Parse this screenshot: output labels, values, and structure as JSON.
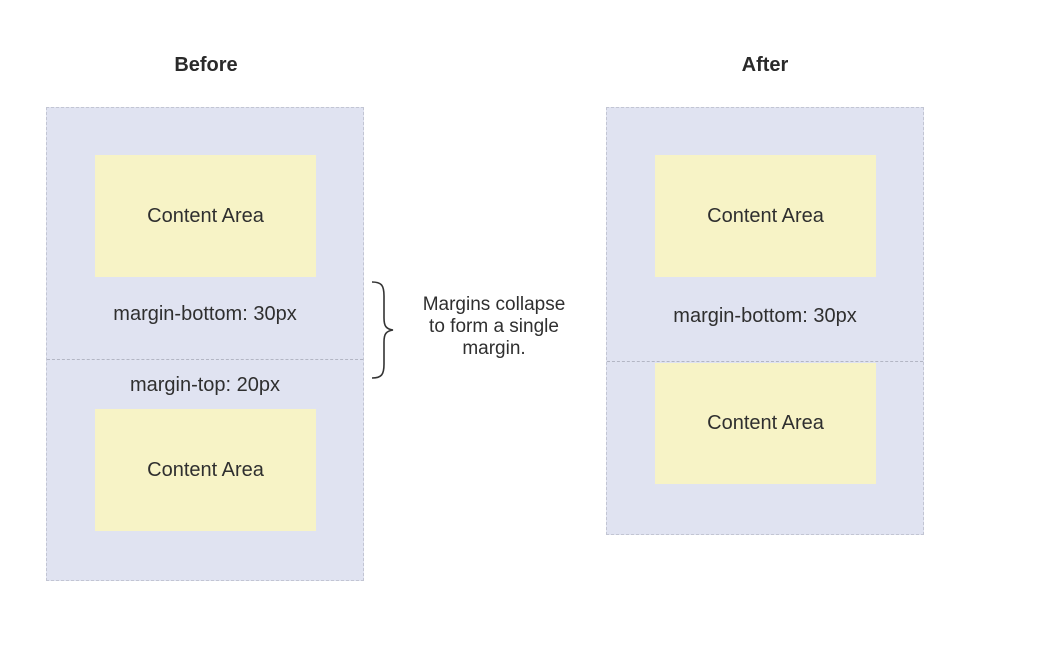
{
  "before": {
    "heading": "Before",
    "top_box": {
      "content_label": "Content Area",
      "margin_label": "margin-bottom: 30px"
    },
    "bottom_box": {
      "margin_label": "margin-top: 20px",
      "content_label": "Content Area"
    }
  },
  "annotation": {
    "lines": [
      "Margins collapse",
      "to form a single",
      "margin."
    ]
  },
  "after": {
    "heading": "After",
    "top_box": {
      "content_label": "Content Area",
      "margin_label": "margin-bottom: 30px"
    },
    "bottom_box": {
      "content_label": "Content Area"
    }
  },
  "colors": {
    "box_fill": "#e0e3f1",
    "content_fill": "#f7f3c6"
  }
}
